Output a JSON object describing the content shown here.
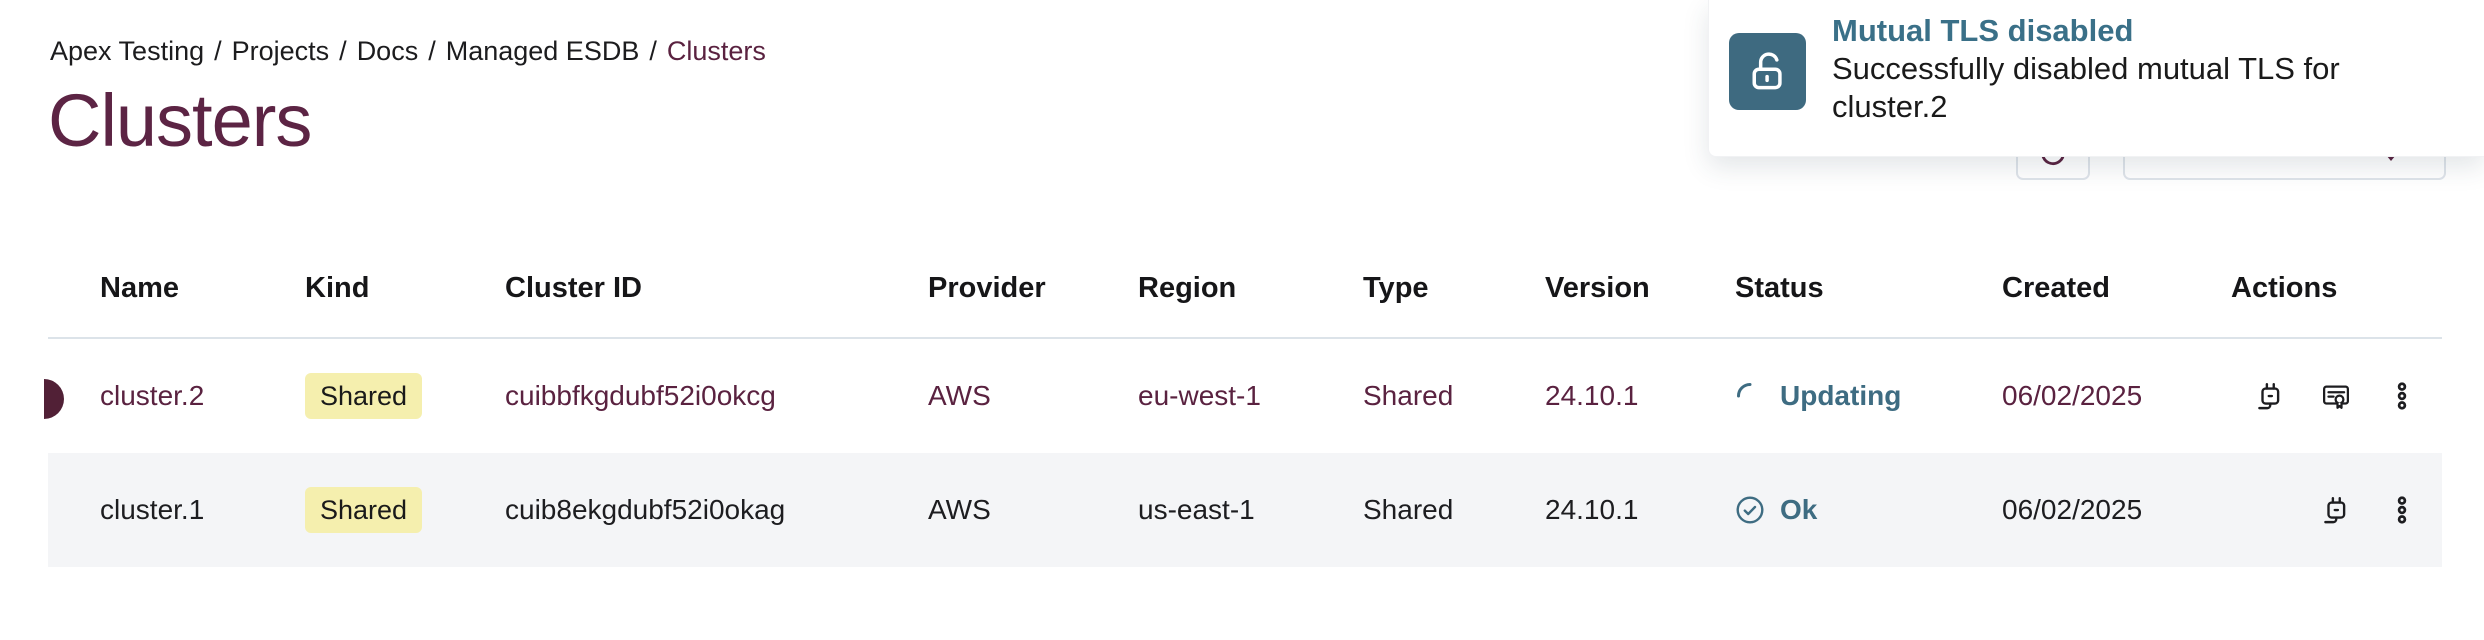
{
  "breadcrumb": {
    "separator": "/",
    "items": [
      "Apex Testing",
      "Projects",
      "Docs",
      "Managed ESDB",
      "Clusters"
    ]
  },
  "page": {
    "title": "Clusters"
  },
  "toolbar": {
    "refresh_button": {
      "icon": "refresh-icon",
      "label": ""
    },
    "primary_button": {
      "icon": "chevron-down-icon",
      "label": ""
    }
  },
  "toast": {
    "icon": "unlock-icon",
    "title": "Mutual TLS disabled",
    "message": "Successfully disabled mutual TLS for cluster.2"
  },
  "table": {
    "headers": [
      "Name",
      "Kind",
      "Cluster ID",
      "Provider",
      "Region",
      "Type",
      "Version",
      "Status",
      "Created",
      "Actions"
    ],
    "rows": [
      {
        "name": "cluster.2",
        "kind": "Shared",
        "cluster_id": "cuibbfkgdubf52i0okcg",
        "provider": "AWS",
        "region": "eu-west-1",
        "type": "Shared",
        "version": "24.10.1",
        "status": {
          "label": "Updating",
          "icon": "spinner-icon"
        },
        "created": "06/02/2025",
        "actions": [
          "connect-icon",
          "certificate-icon",
          "kebab-menu-icon"
        ],
        "highlighted": true
      },
      {
        "name": "cluster.1",
        "kind": "Shared",
        "cluster_id": "cuib8ekgdubf52i0okag",
        "provider": "AWS",
        "region": "us-east-1",
        "type": "Shared",
        "version": "24.10.1",
        "status": {
          "label": "Ok",
          "icon": "check-circle-icon"
        },
        "created": "06/02/2025",
        "actions": [
          "connect-icon",
          "kebab-menu-icon"
        ],
        "highlighted": false
      }
    ]
  },
  "colors": {
    "accent_maroon": "#5a2240",
    "title_maroon": "#5c2444",
    "marker_maroon": "#512036",
    "status_teal": "#3e6c82",
    "toast_icon_teal": "#3e6a80",
    "badge_yellow": "#f5efae",
    "row_stripe_gray": "#f4f5f7",
    "divider_gray": "#dce3e9",
    "button_border_gray": "#dfe4ea"
  }
}
